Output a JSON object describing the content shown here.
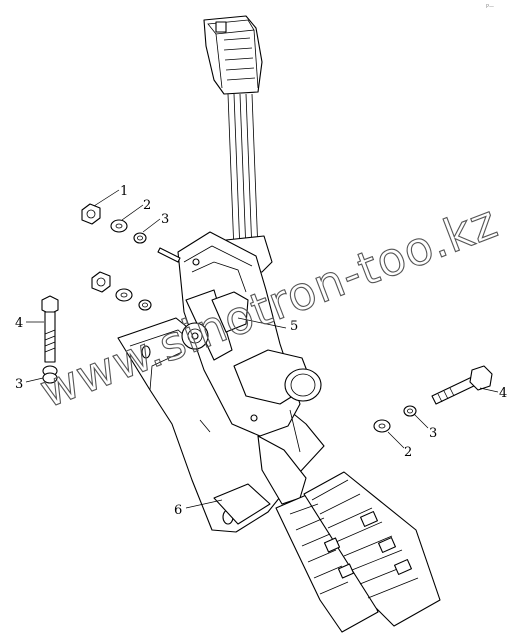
{
  "watermark": "www.sinotron-too.kz",
  "corner_mark": "P—",
  "callouts": {
    "c1": "1",
    "c2a": "2",
    "c3a": "3",
    "c4a": "4",
    "c3b": "3",
    "c5": "5",
    "c4b": "4",
    "c3c": "3",
    "c2b": "2",
    "c6": "6"
  }
}
